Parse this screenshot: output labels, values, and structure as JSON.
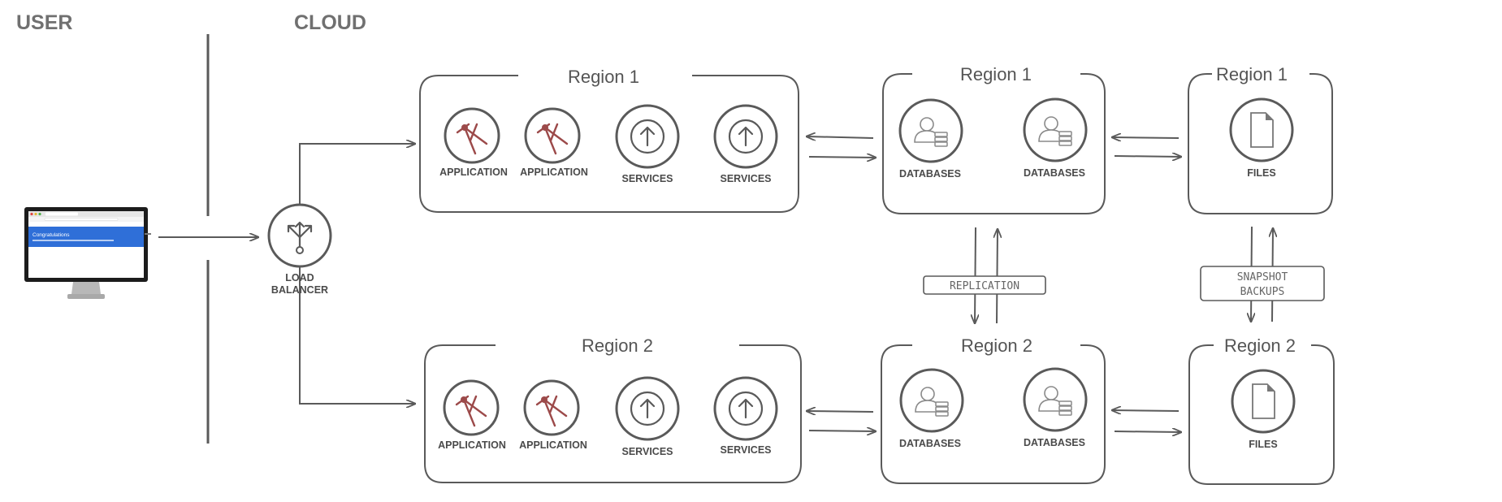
{
  "headers": {
    "user": "USER",
    "cloud": "CLOUD"
  },
  "load_balancer": {
    "line1": "LOAD",
    "line2": "BALANCER"
  },
  "monitor": {
    "screen_title": "Congratulations"
  },
  "app_tier": [
    {
      "region": "Region 1",
      "items": [
        "APPLICATION",
        "APPLICATION",
        "SERVICES",
        "SERVICES"
      ]
    },
    {
      "region": "Region 2",
      "items": [
        "APPLICATION",
        "APPLICATION",
        "SERVICES",
        "SERVICES"
      ]
    }
  ],
  "db_tier": [
    {
      "region": "Region 1",
      "items": [
        "DATABASES",
        "DATABASES"
      ]
    },
    {
      "region": "Region 2",
      "items": [
        "DATABASES",
        "DATABASES"
      ]
    }
  ],
  "file_tier": [
    {
      "region": "Region 1",
      "items": [
        "FILES"
      ]
    },
    {
      "region": "Region 2",
      "items": [
        "FILES"
      ]
    }
  ],
  "connectors": {
    "replication": "REPLICATION",
    "snapshot_line1": "SNAPSHOT",
    "snapshot_line2": "BACKUPS"
  },
  "colors": {
    "stroke": "#5a5a5a",
    "text": "#4a4a4a",
    "accent": "#9c4a4a",
    "screen_blue": "#2f6fd8"
  }
}
